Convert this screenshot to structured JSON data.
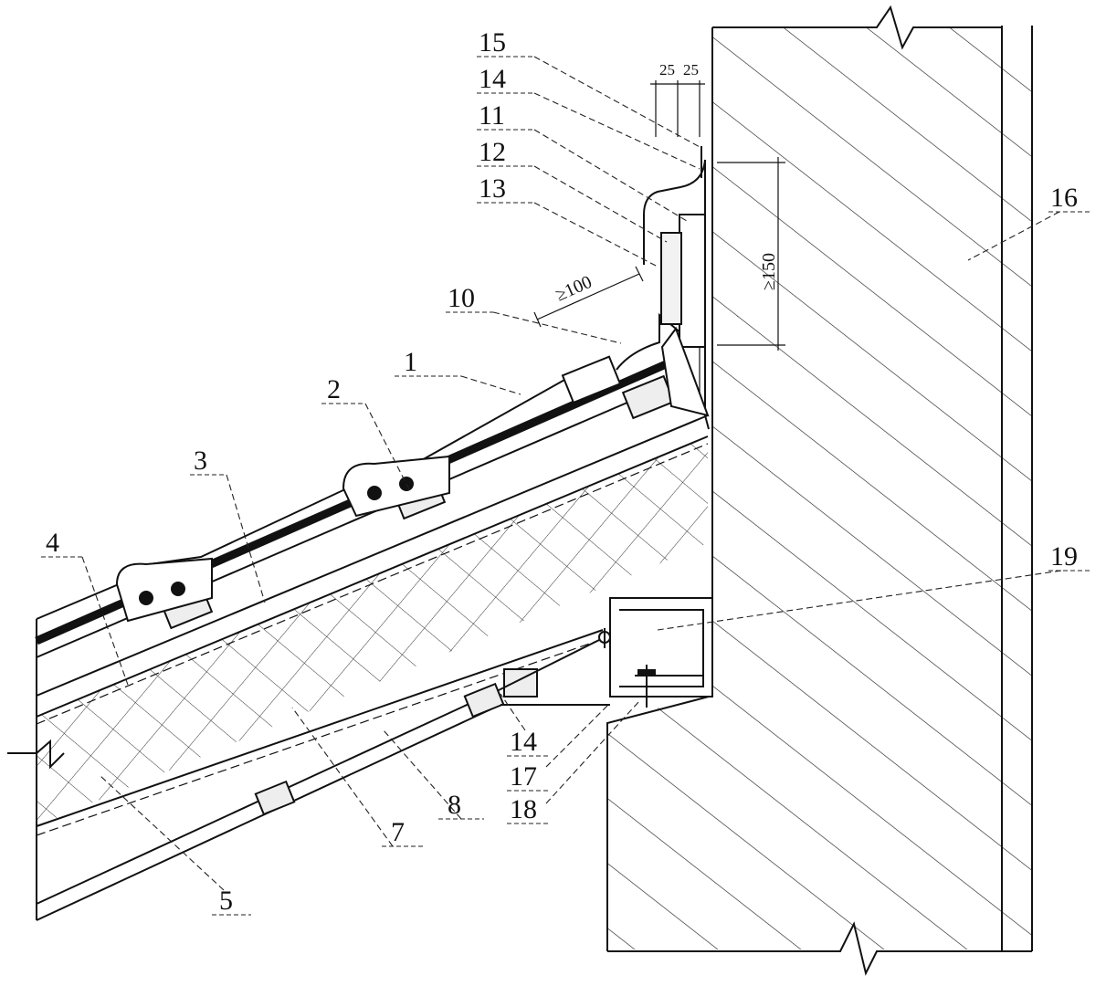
{
  "labels": {
    "n1": "1",
    "n2": "2",
    "n3": "3",
    "n4": "4",
    "n5": "5",
    "n7": "7",
    "n8": "8",
    "n10": "10",
    "n11": "11",
    "n12": "12",
    "n13": "13",
    "n14_top": "14",
    "n14_bottom": "14",
    "n15": "15",
    "n16": "16",
    "n17": "17",
    "n18": "18",
    "n19": "19"
  },
  "dimensions": {
    "d25_left": "25",
    "d25_right": "25",
    "overlap": "≥100",
    "upstand": "≥150"
  }
}
